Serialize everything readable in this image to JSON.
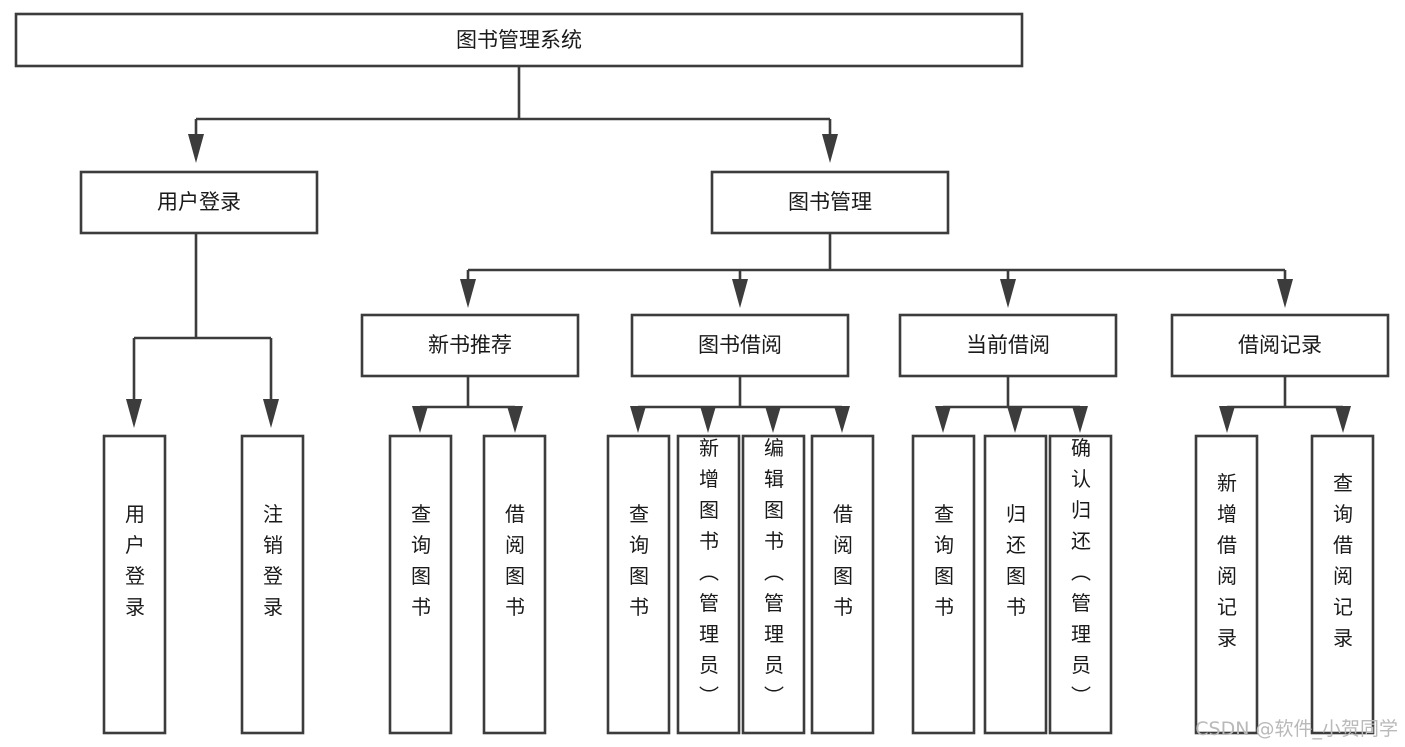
{
  "diagram": {
    "title": "图书管理系统",
    "type": "tree-hierarchy",
    "root": {
      "id": "root",
      "label": "图书管理系统"
    },
    "level1": [
      {
        "id": "user-login",
        "label": "用户登录"
      },
      {
        "id": "book-manage",
        "label": "图书管理"
      }
    ],
    "level2": [
      {
        "id": "new-book-rec",
        "label": "新书推荐",
        "parent": "book-manage"
      },
      {
        "id": "book-borrow",
        "label": "图书借阅",
        "parent": "book-manage"
      },
      {
        "id": "current-borrow",
        "label": "当前借阅",
        "parent": "book-manage"
      },
      {
        "id": "borrow-record",
        "label": "借阅记录",
        "parent": "book-manage"
      }
    ],
    "leaves": {
      "user_login": [
        {
          "id": "leaf-user-login",
          "label": "用户登录"
        },
        {
          "id": "leaf-user-logout",
          "label": "注销登录"
        }
      ],
      "new_book_rec": [
        {
          "id": "leaf-query-book-1",
          "label": "查询图书"
        },
        {
          "id": "leaf-borrow-book-1",
          "label": "借阅图书"
        }
      ],
      "book_borrow": [
        {
          "id": "leaf-query-book-2",
          "label": "查询图书"
        },
        {
          "id": "leaf-add-book",
          "label": "新增图书（管理员）"
        },
        {
          "id": "leaf-edit-book",
          "label": "编辑图书（管理员）"
        },
        {
          "id": "leaf-borrow-book-2",
          "label": "借阅图书"
        }
      ],
      "current_borrow": [
        {
          "id": "leaf-query-book-3",
          "label": "查询图书"
        },
        {
          "id": "leaf-return-book",
          "label": "归还图书"
        },
        {
          "id": "leaf-confirm-return",
          "label": "确认归还（管理员）"
        }
      ],
      "borrow_record": [
        {
          "id": "leaf-add-record",
          "label": "新增借阅记录"
        },
        {
          "id": "leaf-query-record",
          "label": "查询借阅记录"
        }
      ]
    }
  },
  "watermark": {
    "text": "CSDN @软件_小贺同学"
  },
  "colors": {
    "stroke": "#3c3c3c",
    "box_fill": "#ffffff",
    "text": "#1a1a1a",
    "watermark": "#b9b9b9",
    "background": "#ffffff"
  }
}
